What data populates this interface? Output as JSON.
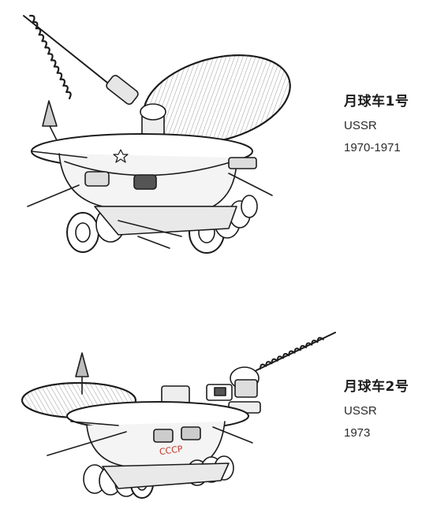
{
  "rovers": [
    {
      "name": "月球车1号",
      "country": "USSR",
      "years": "1970-1971"
    },
    {
      "name": "月球车2号",
      "country": "USSR",
      "years": "1973",
      "body_marking": "CCCP"
    }
  ],
  "colors": {
    "ink": "#1c1c1c",
    "shade": "#bdbdbd",
    "marking": "#c0392b"
  }
}
